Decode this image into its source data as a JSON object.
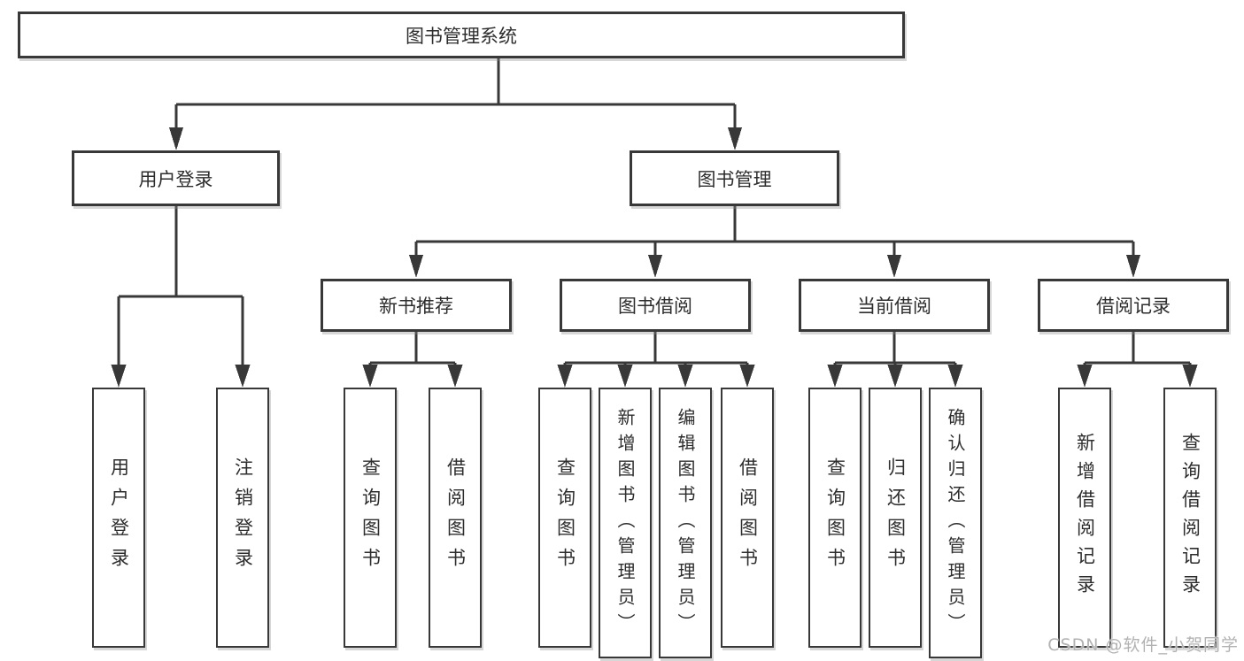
{
  "colors": {
    "line": "#383838",
    "text": "#2d2d2d",
    "background": "#ffffff",
    "watermark": "#b2b2b2"
  },
  "watermark": "CSDN @软件_小贺同学",
  "tree": {
    "root": "图书管理系统",
    "level1": [
      {
        "label": "用户登录",
        "children": [
          "用户登录",
          "注销登录"
        ]
      },
      {
        "label": "图书管理",
        "children": [
          {
            "label": "新书推荐",
            "children": [
              "查询图书",
              "借阅图书"
            ]
          },
          {
            "label": "图书借阅",
            "children": [
              "查询图书",
              "新增图书（管理员）",
              "编辑图书（管理员）",
              "借阅图书"
            ]
          },
          {
            "label": "当前借阅",
            "children": [
              "查询图书",
              "归还图书",
              "确认归还（管理员）"
            ]
          },
          {
            "label": "借阅记录",
            "children": [
              "新增借阅记录",
              "查询借阅记录"
            ]
          }
        ]
      }
    ]
  }
}
